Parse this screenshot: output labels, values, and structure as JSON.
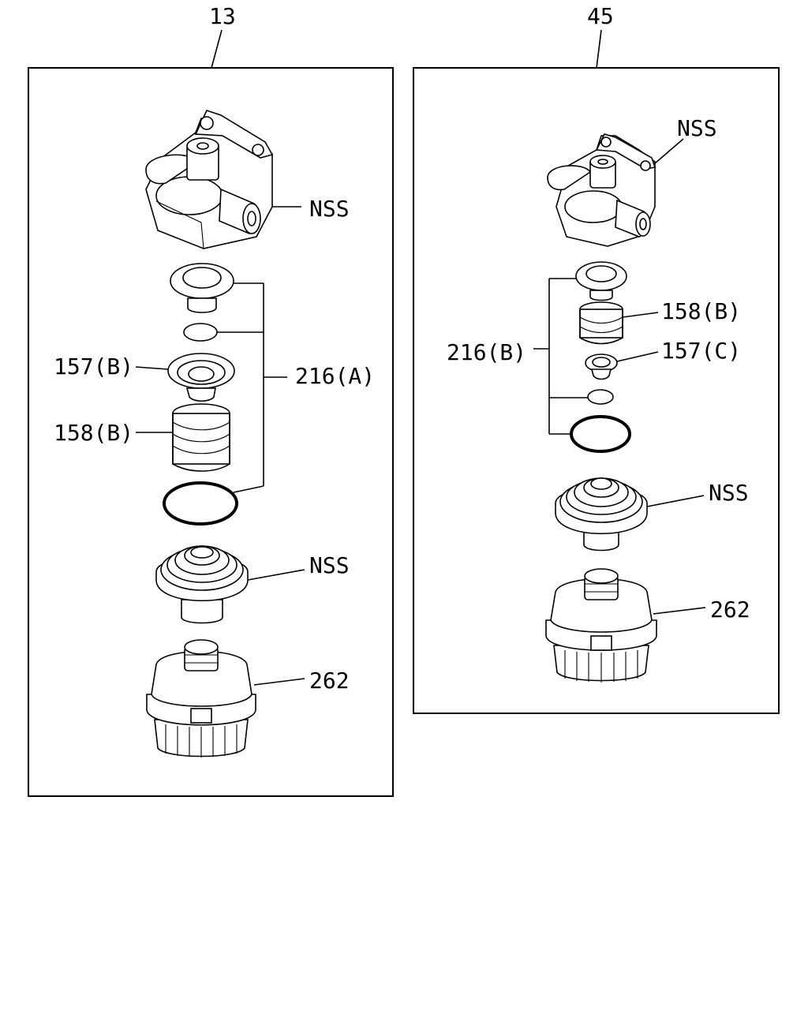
{
  "panels": [
    {
      "number": "13",
      "labels": {
        "housing": "NSS",
        "seat_b": "157(B)",
        "spring_b": "158(B)",
        "kit_a": "216(A)",
        "filter_body": "NSS",
        "cap": "262"
      }
    },
    {
      "number": "45",
      "labels": {
        "housing": "NSS",
        "spring_b": "158(B)",
        "seat_c": "157(C)",
        "kit_b": "216(B)",
        "filter_body": "NSS",
        "cap": "262"
      }
    }
  ]
}
